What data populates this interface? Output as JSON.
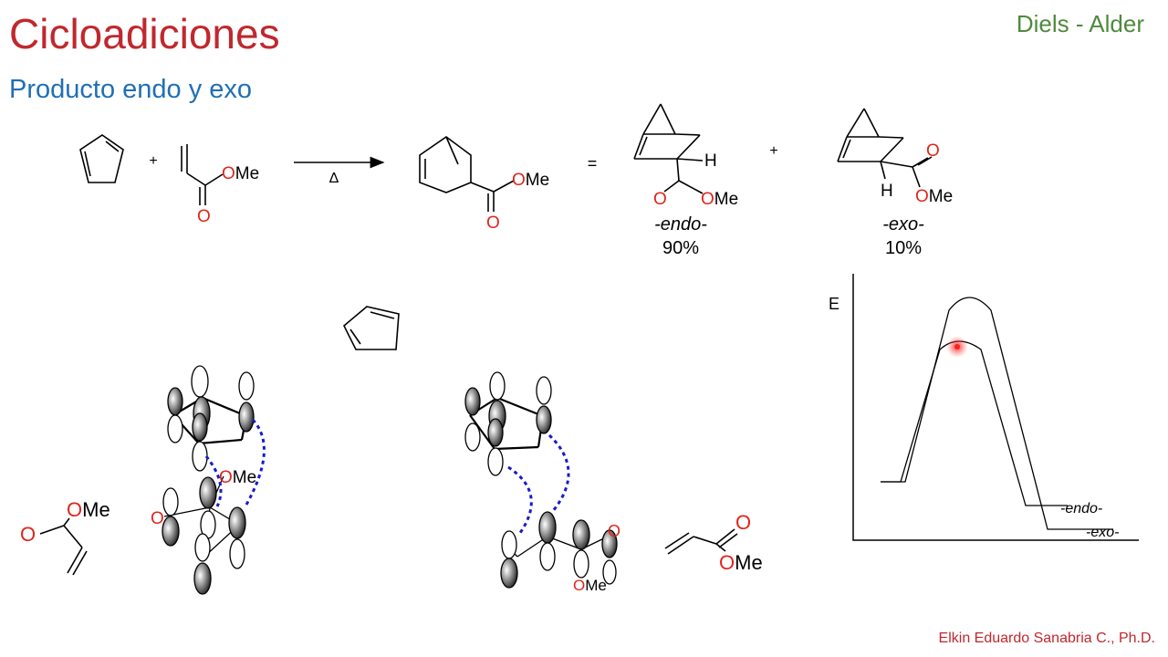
{
  "slide": {
    "title": "Cicloadiciones",
    "subtitle": "Producto endo y exo",
    "topic": "Diels - Alder",
    "author": "Elkin Eduardo Sanabria C., Ph.D."
  },
  "reaction": {
    "plus_1": "+",
    "ome": "OMe",
    "o": "O",
    "delta": "Δ",
    "equals": "=",
    "plus_2": "+",
    "h": "H",
    "endo_label": "-endo-",
    "endo_yield": "90%",
    "exo_label": "-exo-",
    "exo_yield": "10%"
  },
  "energy_diagram": {
    "axis_label": "E",
    "endo_label": "-endo-",
    "exo_label": "-exo-"
  },
  "colors": {
    "title": "#c0282e",
    "subtitle": "#1f6fb5",
    "topic": "#4f8a3c",
    "author": "#c0282e",
    "oxygen": "#e0251b",
    "dashed_bond": "#1a1acc"
  }
}
